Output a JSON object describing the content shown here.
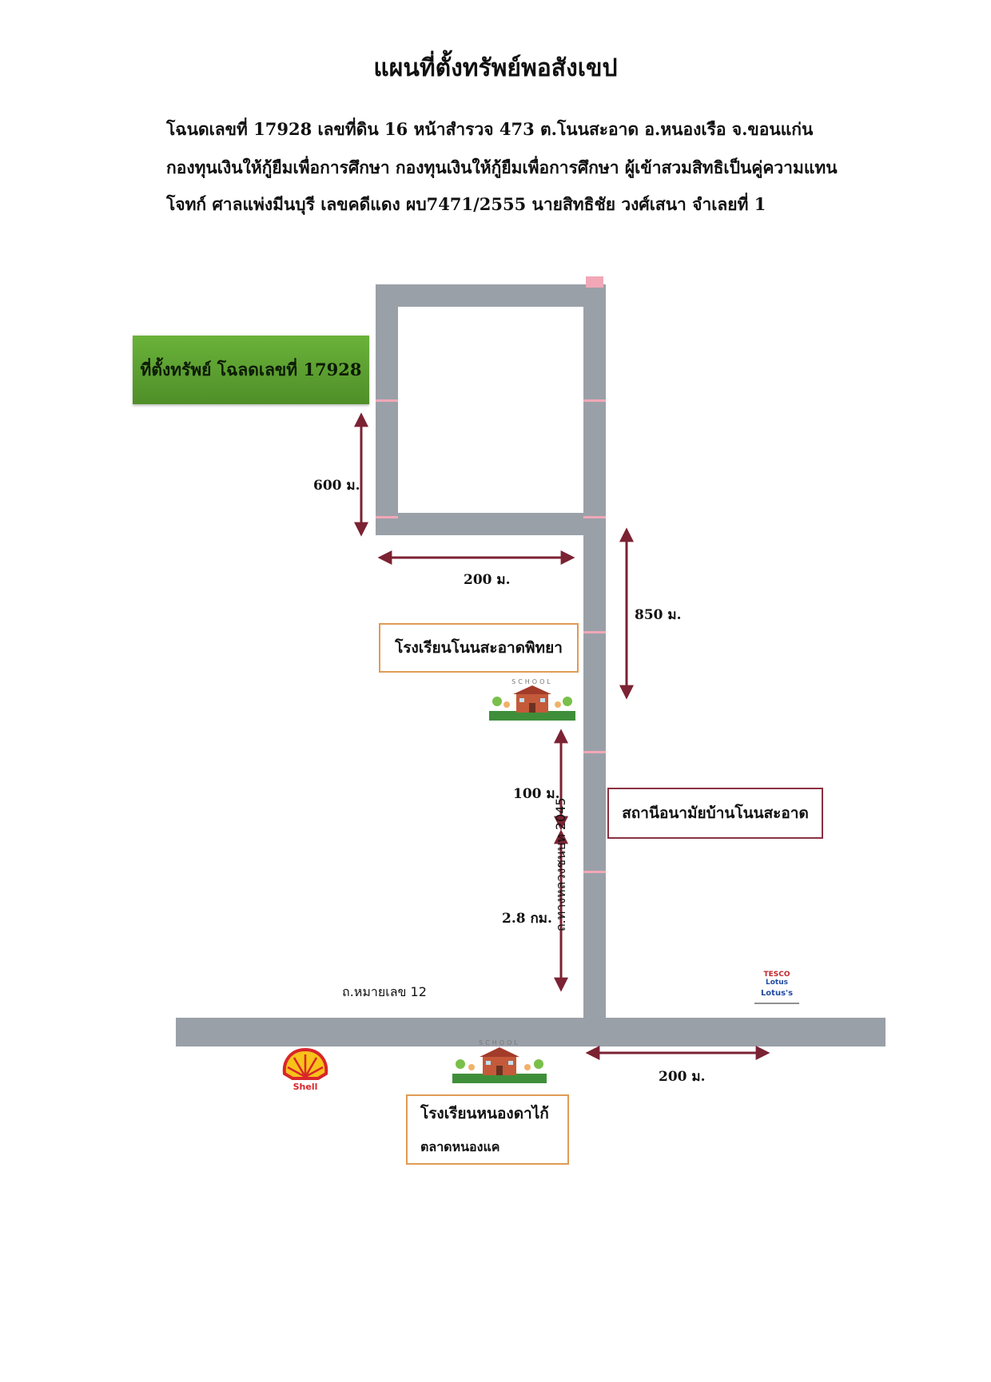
{
  "title": "แผนที่ตั้งทรัพย์พอสังเขป",
  "info_lines": [
    "โฉนดเลขที่ 17928 เลขที่ดิน 16 หน้าสำรวจ 473 ต.โนนสะอาด อ.หนองเรือ จ.ขอนแก่น",
    "กองทุนเงินให้กู้ยืมเพื่อการศึกษา กองทุนเงินให้กู้ยืมเพื่อการศึกษา ผู้เข้าสวมสิทธิเป็นคู่ความแทน",
    "โจทก์  ศาลแพ่งมีนบุรี เลขคดีแดง ผบ7471/2555 นายสิทธิชัย วงศ์เสนา จำเลยที่  1"
  ],
  "labels": {
    "property": "ที่ตั้งทรัพย์ โฉลดเลขที่ 17928",
    "school1": "โรงเรียนโนนสะอาดพิทยา",
    "health": "สถานีอนามัยบ้านโนนสะอาด",
    "school2": "โรงเรียนหนองดาไก้",
    "market": "ตลาดหนองแค",
    "road_h": "ถ.หมายเลข 12",
    "road_v": "ถ.ทางหลวงชนบท 2045",
    "school_sign": "SCHOOL",
    "shell": "Shell",
    "tesco": "TESCO",
    "tesco_sub": "Lotus",
    "lotus": "Lotus's"
  },
  "distances": {
    "d600": "600 ม.",
    "d200a": "200 ม.",
    "d850": "850 ม.",
    "d100": "100 ม.",
    "d28": "2.8 กม.",
    "d200b": "200 ม."
  },
  "colors": {
    "road": "#9aa0a8",
    "arrow": "#7b2233",
    "property_box": "#5a9e30",
    "school_border": "#e09b55",
    "health_border": "#8b3040",
    "shell_red": "#d8262b",
    "shell_yellow": "#f7c21a"
  }
}
